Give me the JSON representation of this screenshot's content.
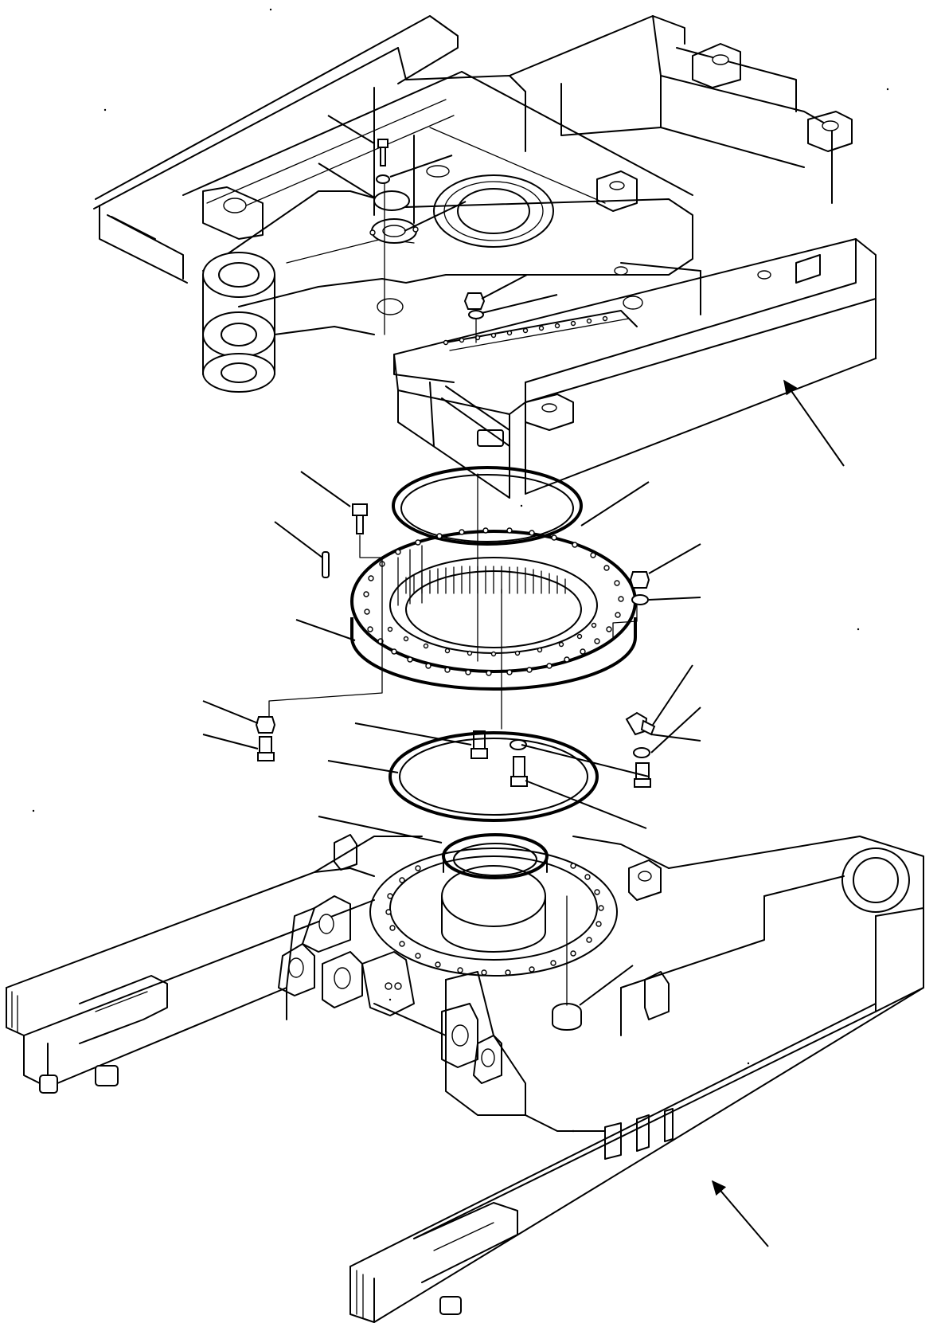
{
  "diagram": {
    "components": [
      "revolving-frame",
      "swing-circle",
      "upper-seal-ring",
      "lower-seal-ring",
      "center-swivel-seal",
      "track-frame",
      "bolt",
      "washer",
      "nut",
      "cover",
      "spring-pin",
      "grease-fitting",
      "plug"
    ],
    "callouts": 20,
    "direction_arrows": 2,
    "line_color": "#000000",
    "background": "#ffffff"
  }
}
